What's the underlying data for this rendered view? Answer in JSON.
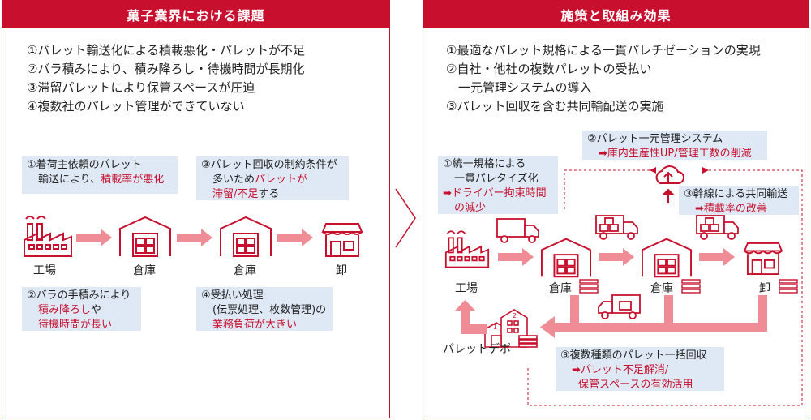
{
  "left": {
    "title": "菓子業界における課題",
    "issues": [
      "①パレット輸送化による積載悪化・パレットが不足",
      "②バラ積みにより、積み降ろし・待機時間が長期化",
      "③滞留パレットにより保管スペースが圧迫",
      "④複数社のパレット管理ができていない"
    ],
    "note1": {
      "line1": "①着荷主依頼のパレット",
      "line2a": "輸送により、",
      "line2b": "積載率が悪化"
    },
    "note3": {
      "line1": "③パレット回収の制約条件が",
      "line2a": "多いため",
      "line2b": "パレットが",
      "line3a": "滞留/",
      "line3b": "不足",
      "line3c": "する"
    },
    "note2": {
      "line1": "②バラの手積みにより",
      "line2a": "積み降ろし",
      "line2b": "や",
      "line3": "待機時間が長い"
    },
    "note4": {
      "line1": "④受払い処理",
      "line2": "(伝票処理、枚数管理)の",
      "line3": "業務負荷が大きい"
    },
    "labels": {
      "factory": "工場",
      "warehouse1": "倉庫",
      "warehouse2": "倉庫",
      "wholesale": "卸"
    }
  },
  "right": {
    "title": "施策と取組み効果",
    "measures": [
      "①最適なパレット規格による一貫パレチゼーションの実現",
      "②自社・他社の複数パレットの受払い",
      "　一元管理システムの導入",
      "③パレット回収を含む共同輸配送の実施"
    ],
    "note_sys": {
      "line1": "②パレット一元管理システム",
      "line2": "➡庫内生産性UP/管理工数の削減"
    },
    "note_std": {
      "line1": "①統一規格による",
      "line2": "一貫パレタイズ化",
      "line3": "➡ドライバー拘束時間",
      "line4": "の減少"
    },
    "note_trunk": {
      "line1": "③幹線による共同輸送",
      "line2": "➡積載率の改善"
    },
    "note_collect": {
      "line1": "③複数種類のパレット一括回収",
      "line2": "➡パレット不足解消/",
      "line3": "保管スペースの有効活用"
    },
    "labels": {
      "factory": "工場",
      "warehouse1": "倉庫",
      "warehouse2": "倉庫",
      "wholesale": "卸",
      "depot": "パレットデポ"
    }
  },
  "colors": {
    "accent": "#c8102e",
    "note_bg": "#dfe9f6",
    "arrow": "#f08c96"
  }
}
